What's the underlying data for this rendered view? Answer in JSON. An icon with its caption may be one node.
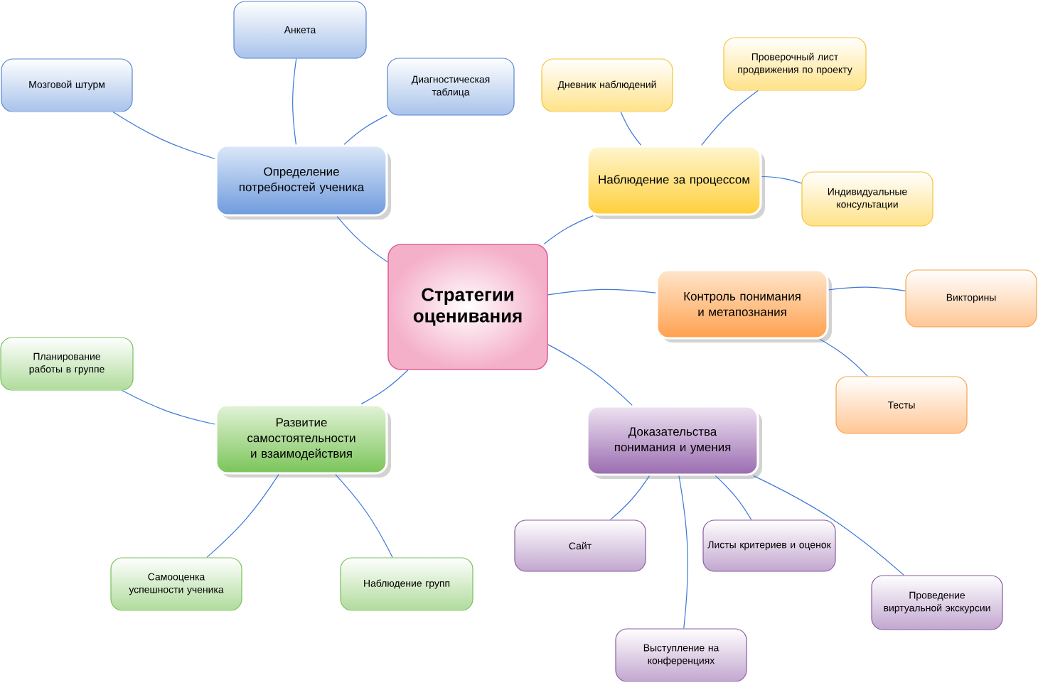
{
  "diagram": {
    "nodes": [
      {
        "text": [
          "Стратегии оценивания"
        ]
      },
      {
        "text": [
          "Определение потребностей ученика"
        ]
      },
      {
        "text": [
          "Мозговой штурм"
        ]
      },
      {
        "text": [
          "Анкета"
        ]
      },
      {
        "text": [
          "Диагностическая таблица"
        ]
      },
      {
        "text": [
          "Наблюдение за процессом"
        ]
      },
      {
        "text": [
          "Дневник наблюдений"
        ]
      },
      {
        "text": [
          "Проверочный лист продвижения по проекту"
        ]
      },
      {
        "text": [
          "Индивидуальные консультации"
        ]
      },
      {
        "text": [
          "Контроль понимания и метапознания"
        ]
      },
      {
        "text": [
          "Викторины"
        ]
      },
      {
        "text": [
          "Тесты"
        ]
      },
      {
        "text": [
          "Развитие самостоятельности и взаимодействия"
        ]
      },
      {
        "text": [
          "Планирование работы в группе"
        ]
      },
      {
        "text": [
          "Самооценка успешности ученика"
        ]
      },
      {
        "text": [
          "Наблюдение групп"
        ]
      },
      {
        "text": [
          "Доказательства понимания и умения"
        ]
      },
      {
        "text": [
          "Сайт"
        ]
      },
      {
        "text": [
          "Выступление на конференциях"
        ]
      },
      {
        "text": [
          "Листы критериев и оценок"
        ]
      },
      {
        "text": [
          "Проведение виртуальной экскурсии"
        ]
      }
    ],
    "edges": [
      {
        "from": 0,
        "to": 1,
        "arrow": "none"
      },
      {
        "from": 1,
        "to": 2,
        "arrow": "none"
      },
      {
        "from": 1,
        "to": 3,
        "arrow": "none"
      },
      {
        "from": 1,
        "to": 4,
        "arrow": "none"
      },
      {
        "from": 0,
        "to": 5,
        "arrow": "none"
      },
      {
        "from": 5,
        "to": 6,
        "arrow": "none"
      },
      {
        "from": 5,
        "to": 7,
        "arrow": "none"
      },
      {
        "from": 5,
        "to": 8,
        "arrow": "none"
      },
      {
        "from": 0,
        "to": 9,
        "arrow": "none"
      },
      {
        "from": 9,
        "to": 10,
        "arrow": "none"
      },
      {
        "from": 9,
        "to": 11,
        "arrow": "none"
      },
      {
        "from": 0,
        "to": 12,
        "arrow": "none"
      },
      {
        "from": 12,
        "to": 13,
        "arrow": "none"
      },
      {
        "from": 12,
        "to": 14,
        "arrow": "none"
      },
      {
        "from": 12,
        "to": 15,
        "arrow": "none"
      },
      {
        "from": 0,
        "to": 16,
        "arrow": "none"
      },
      {
        "from": 16,
        "to": 17,
        "arrow": "none"
      },
      {
        "from": 16,
        "to": 18,
        "arrow": "none"
      },
      {
        "from": 16,
        "to": 19,
        "arrow": "none"
      },
      {
        "from": 16,
        "to": 20,
        "arrow": "none"
      }
    ]
  }
}
